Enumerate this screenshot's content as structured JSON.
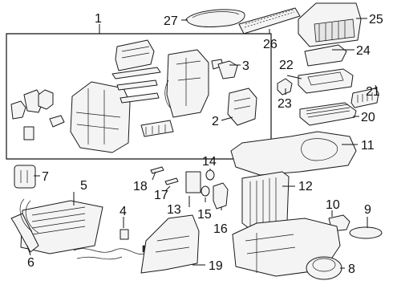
{
  "callouts": [
    {
      "id": "c1",
      "text": "1"
    },
    {
      "id": "c2",
      "text": "2"
    },
    {
      "id": "c3",
      "text": "3"
    },
    {
      "id": "c4",
      "text": "4"
    },
    {
      "id": "c5",
      "text": "5"
    },
    {
      "id": "c6",
      "text": "6"
    },
    {
      "id": "c7",
      "text": "7"
    },
    {
      "id": "c8",
      "text": "8"
    },
    {
      "id": "c9",
      "text": "9"
    },
    {
      "id": "c10",
      "text": "10"
    },
    {
      "id": "c11",
      "text": "11"
    },
    {
      "id": "c12",
      "text": "12"
    },
    {
      "id": "c13",
      "text": "13"
    },
    {
      "id": "c14",
      "text": "14"
    },
    {
      "id": "c15",
      "text": "15"
    },
    {
      "id": "c16",
      "text": "16"
    },
    {
      "id": "c17",
      "text": "17"
    },
    {
      "id": "c18",
      "text": "18"
    },
    {
      "id": "c19",
      "text": "19"
    },
    {
      "id": "c20",
      "text": "20"
    },
    {
      "id": "c21",
      "text": "21"
    },
    {
      "id": "c22",
      "text": "22"
    },
    {
      "id": "c23",
      "text": "23"
    },
    {
      "id": "c24",
      "text": "24"
    },
    {
      "id": "c25",
      "text": "25"
    },
    {
      "id": "c26",
      "text": "26"
    },
    {
      "id": "c27",
      "text": "27"
    }
  ],
  "colors": {
    "line": "#1a1a1a",
    "fill": "#f4f4f4",
    "shade": "#e6e6e6",
    "background": "#ffffff"
  }
}
